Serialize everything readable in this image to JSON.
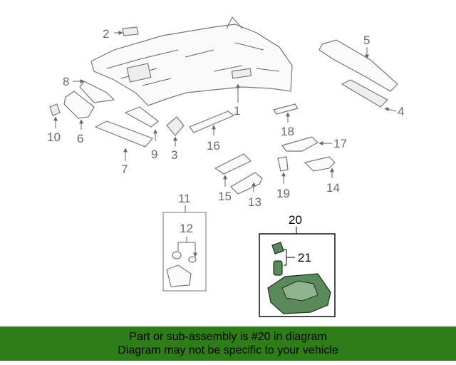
{
  "callouts": {
    "n1": "1",
    "n2": "2",
    "n3": "3",
    "n4": "4",
    "n5": "5",
    "n6": "6",
    "n7": "7",
    "n8": "8",
    "n9": "9",
    "n10": "10",
    "n11": "11",
    "n12": "12",
    "n13": "13",
    "n14": "14",
    "n15": "15",
    "n16": "16",
    "n17": "17",
    "n18": "18",
    "n19": "19",
    "n20": "20",
    "n21": "21"
  },
  "highlight_color": "#2e7d18",
  "banner": {
    "line1": "Part or sub-assembly is #20 in diagram",
    "line2": "Diagram may not be specific to your vehicle"
  }
}
